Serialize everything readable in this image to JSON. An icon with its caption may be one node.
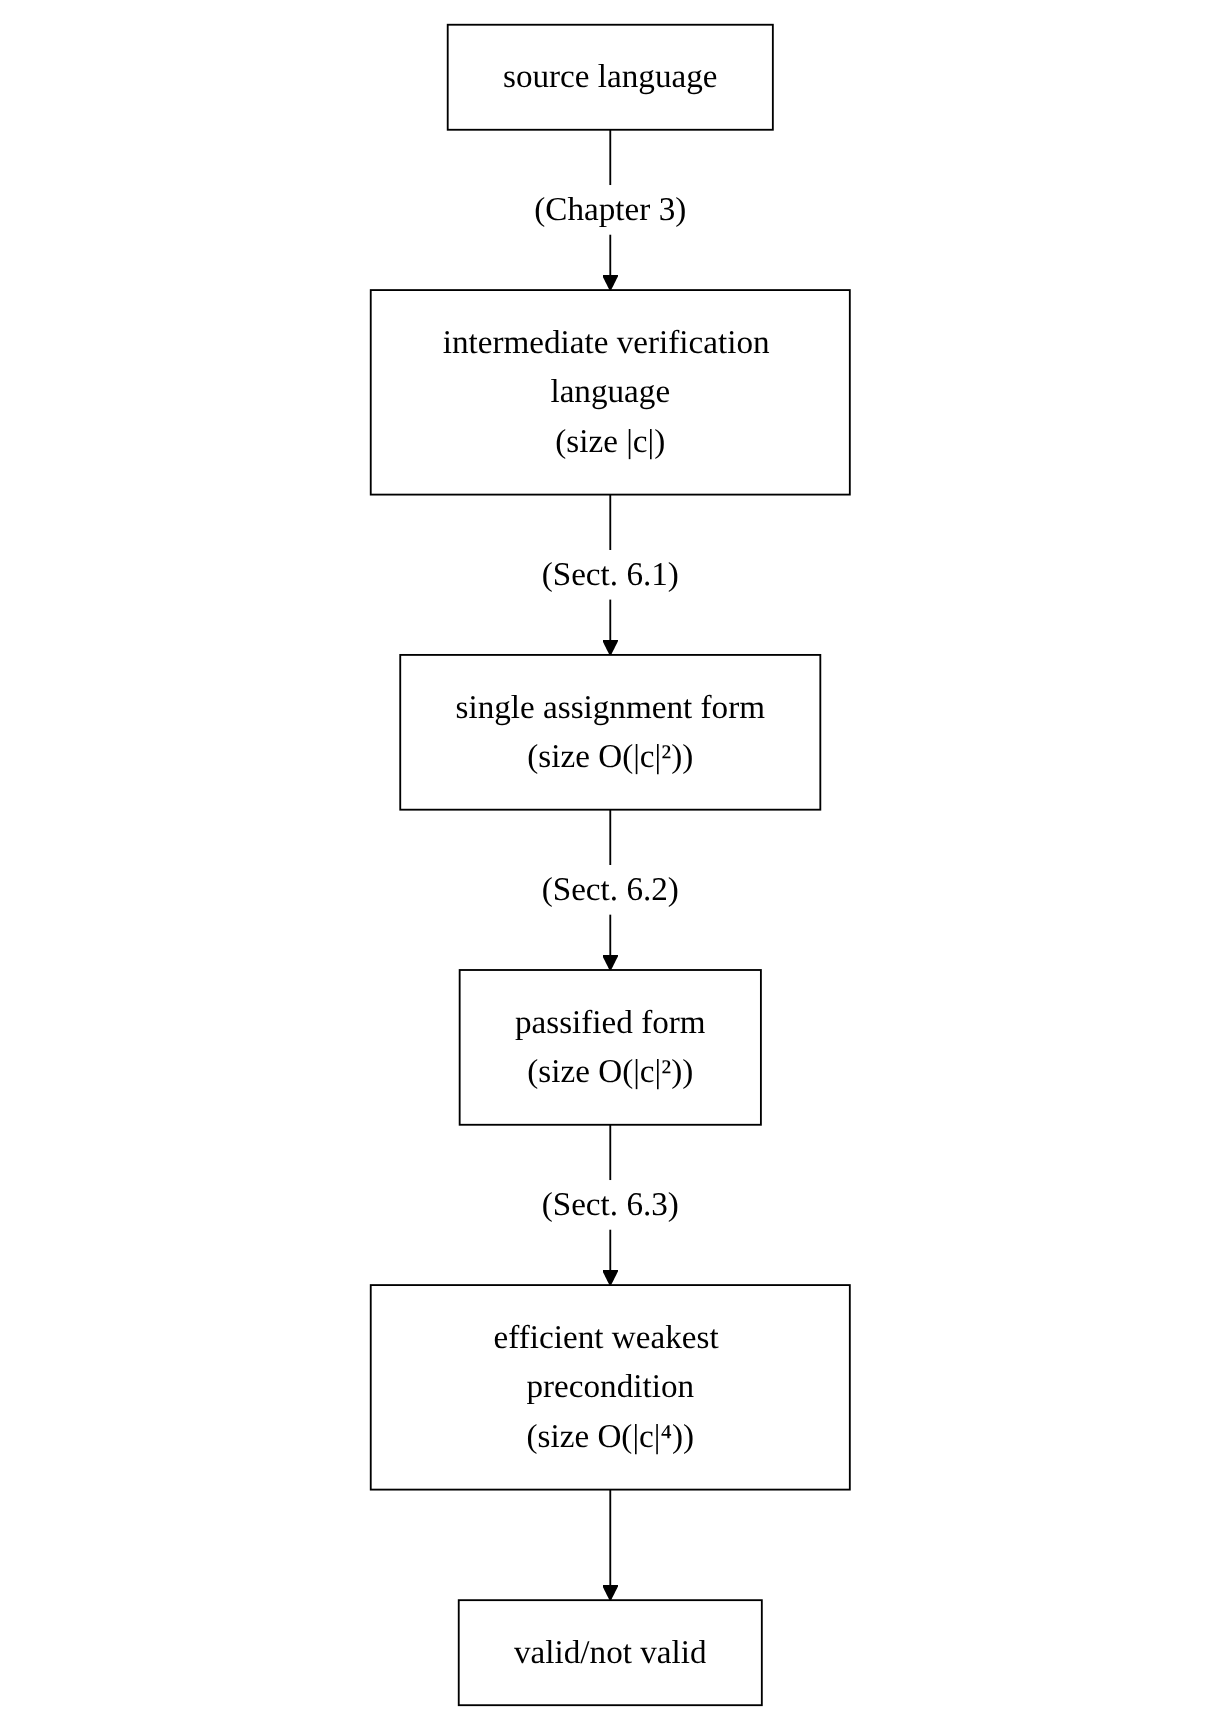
{
  "diagram": {
    "nodes": [
      {
        "text": [
          "source language"
        ]
      },
      {
        "text": [
          "intermediate verification language",
          "(size |c|)"
        ]
      },
      {
        "text": [
          "single assignment form",
          "(size O(|c|²))"
        ]
      },
      {
        "text": [
          "passified form",
          "(size O(|c|²))"
        ]
      },
      {
        "text": [
          "efficient weakest precondition",
          "(size O(|c|⁴))"
        ]
      },
      {
        "text": [
          "valid/not valid"
        ]
      }
    ],
    "edges": [
      {
        "from": 0,
        "to": 1,
        "arrow": "to",
        "label": "(Chapter 3)"
      },
      {
        "from": 1,
        "to": 2,
        "arrow": "to",
        "label": "(Sect. 6.1)"
      },
      {
        "from": 2,
        "to": 3,
        "arrow": "to",
        "label": "(Sect. 6.2)"
      },
      {
        "from": 3,
        "to": 4,
        "arrow": "to",
        "label": "(Sect. 6.3)"
      },
      {
        "from": 4,
        "to": 5,
        "arrow": "to"
      }
    ]
  }
}
